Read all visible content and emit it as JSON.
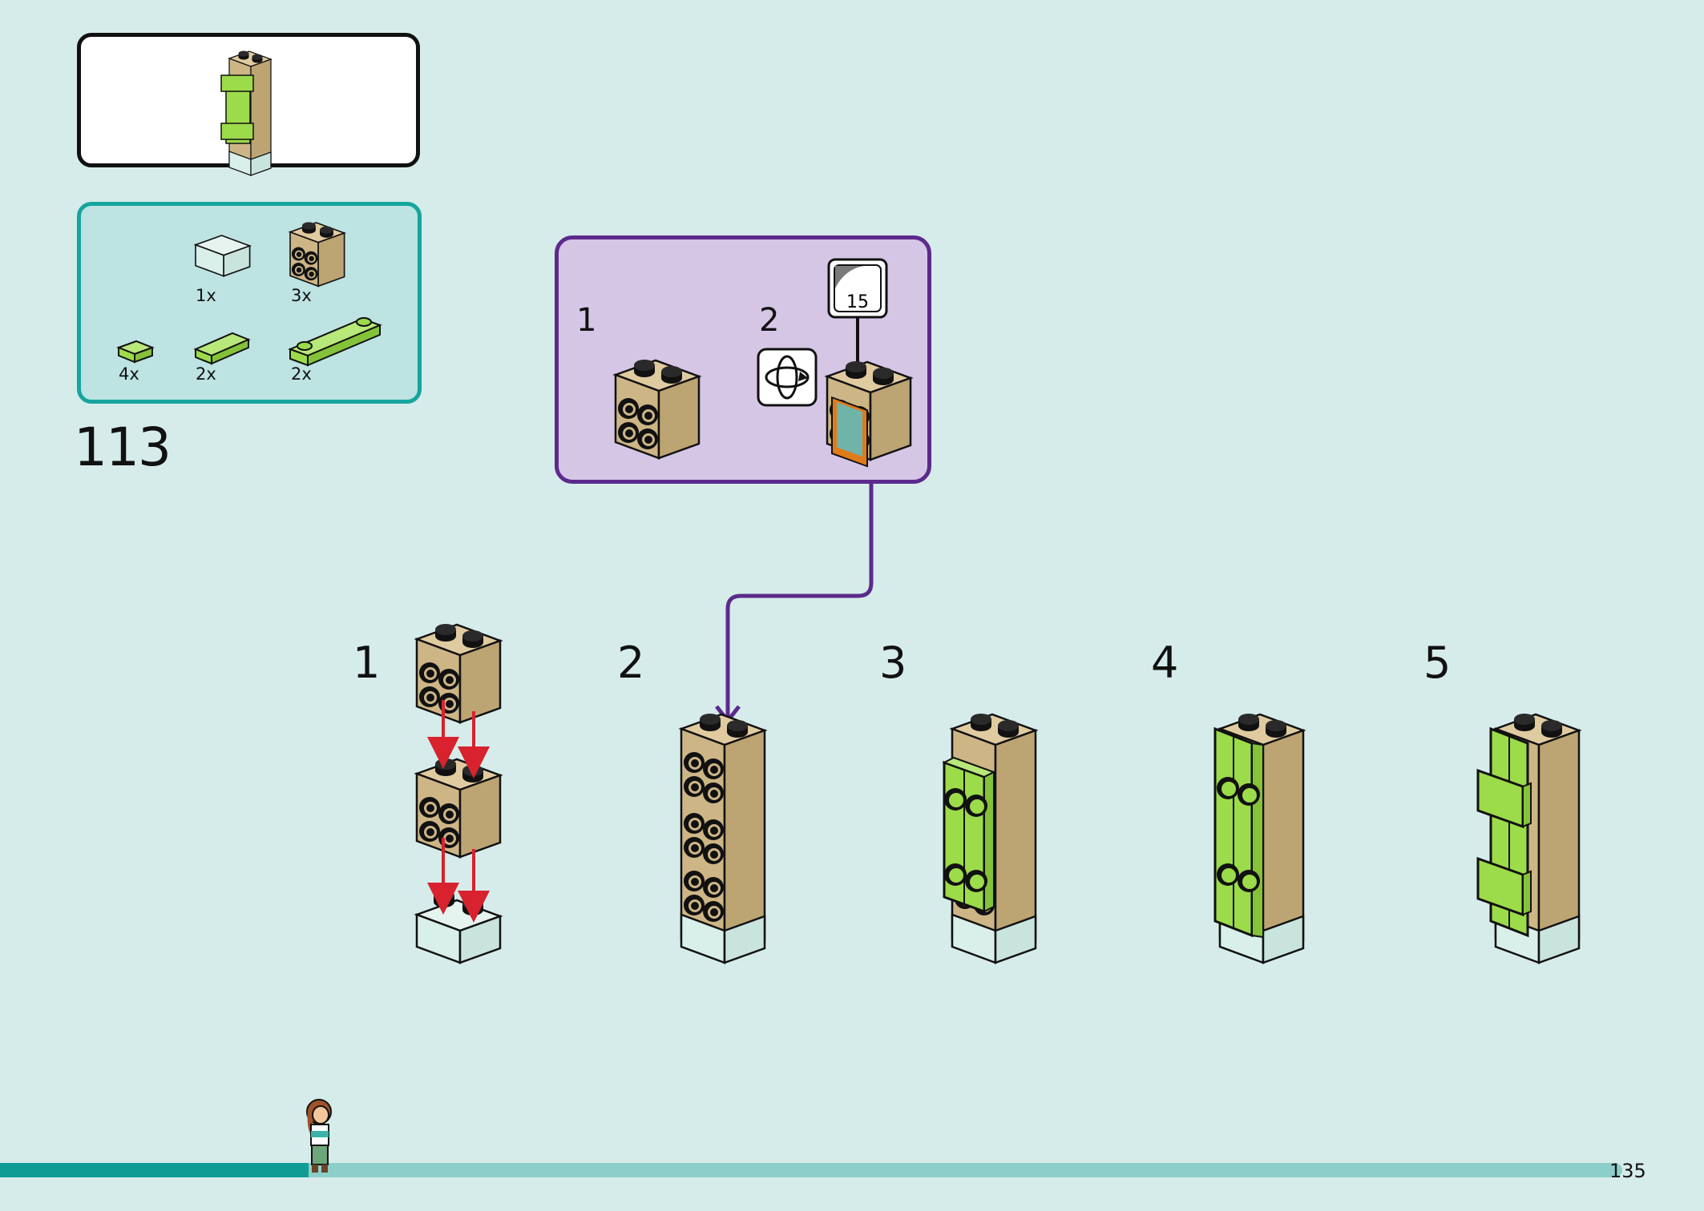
{
  "step_number": "113",
  "page_number": "135",
  "parts": [
    {
      "name": "light-aqua-brick-1x2",
      "qty": "1x"
    },
    {
      "name": "tan-brick-2x2-side-studs",
      "qty": "3x"
    },
    {
      "name": "lime-tile-1x1",
      "qty": "4x"
    },
    {
      "name": "lime-tile-1x2",
      "qty": "2x"
    },
    {
      "name": "lime-plate-1x4-two-studs",
      "qty": "2x"
    }
  ],
  "callout": {
    "substep_1": "1",
    "substep_2": "2",
    "sticker_number": "15"
  },
  "substeps": [
    "1",
    "2",
    "3",
    "4",
    "5"
  ],
  "progress": {
    "fraction": 0.19
  },
  "colors": {
    "background": "#d6ecea",
    "tan": "#cdb586",
    "lime": "#9cdb4a",
    "light_aqua": "#d9efe9",
    "purple": "#5c2a8c",
    "teal": "#16a59d",
    "arrow_red": "#d8222e"
  }
}
